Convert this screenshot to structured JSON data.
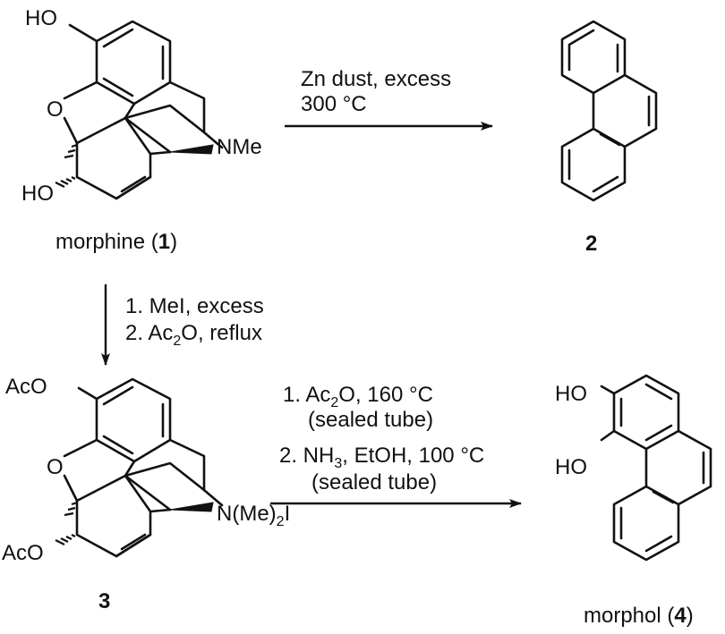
{
  "compound1": {
    "label_name": "morphine (",
    "label_num": "1",
    "label_close": ")",
    "atom_ho_top": "HO",
    "atom_o_ring": "O",
    "atom_nme": "NMe",
    "atom_ho_bottom": "HO"
  },
  "compound2": {
    "label_num": "2"
  },
  "compound3": {
    "label_num": "3",
    "atom_aco_top": "AcO",
    "atom_o_ring": "O",
    "atom_nme2i": "N(Me)",
    "atom_nme2i_sub": "2",
    "atom_nme2i_tail": "I",
    "atom_aco_bottom": "AcO"
  },
  "compound4": {
    "label_name": "morphol (",
    "label_num": "4",
    "label_close": ")",
    "atom_ho_1": "HO",
    "atom_ho_2": "HO"
  },
  "reaction1": {
    "line1": "Zn dust, excess",
    "line2": "300 °C"
  },
  "reaction2": {
    "line1": "1. MeI, excess",
    "line2_pre": "2. Ac",
    "line2_sub": "2",
    "line2_post": "O, reflux"
  },
  "reaction3": {
    "line1_pre": "1. Ac",
    "line1_sub": "2",
    "line1_post": "O, 160 °C",
    "line2": "(sealed tube)",
    "line3_pre": "2. NH",
    "line3_sub": "3",
    "line3_post": ", EtOH, 100 °C",
    "line4": "(sealed tube)"
  }
}
